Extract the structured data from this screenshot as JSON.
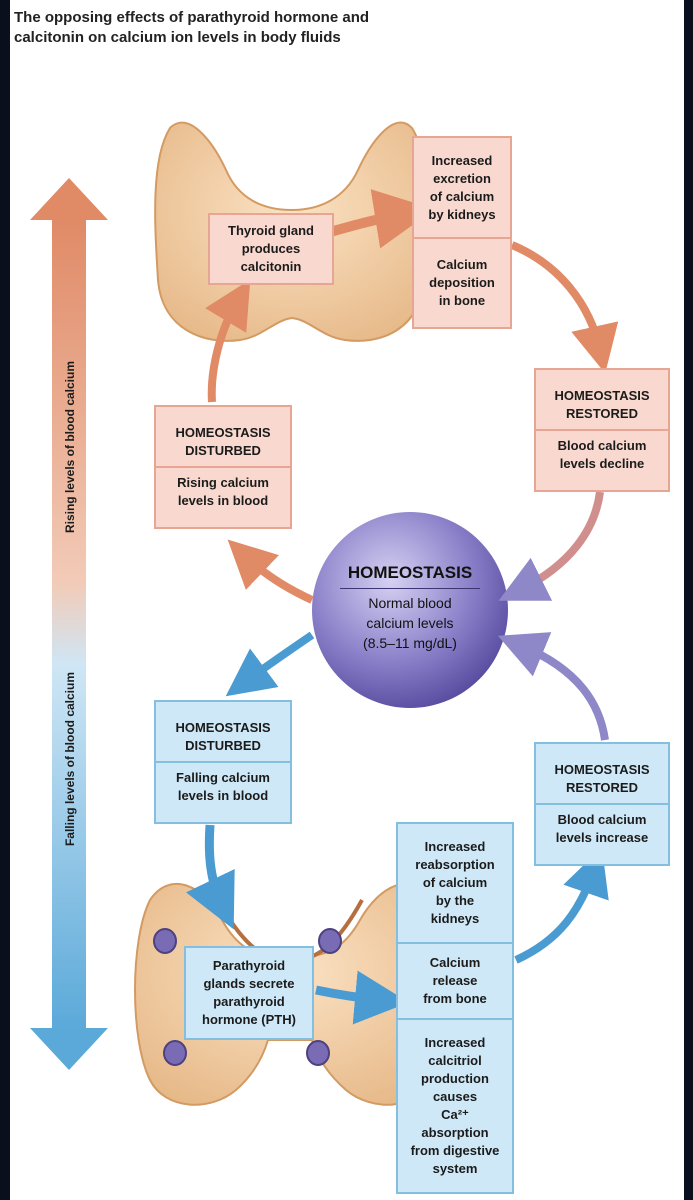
{
  "title_line1": "The opposing effects of parathyroid hormone and",
  "title_line2": "calcitonin on calcium ion levels in body fluids",
  "side_labels": {
    "rising": "Rising levels of blood calcium",
    "falling": "Falling levels of blood calcium"
  },
  "thyroid_box": [
    "Thyroid gland",
    "produces",
    "calcitonin"
  ],
  "top_effects": {
    "first": [
      "Increased",
      "excretion",
      "of calcium",
      "by kidneys"
    ],
    "second": [
      "Calcium",
      "deposition",
      "in bone"
    ]
  },
  "restored_top": {
    "heading": [
      "HOMEOSTASIS",
      "RESTORED"
    ],
    "text": [
      "Blood calcium",
      "levels decline"
    ]
  },
  "disturbed_top": {
    "heading": [
      "HOMEOSTASIS",
      "DISTURBED"
    ],
    "text": [
      "Rising calcium",
      "levels in blood"
    ]
  },
  "center": {
    "heading": "HOMEOSTASIS",
    "text": [
      "Normal blood",
      "calcium levels",
      "(8.5–11 mg/dL)"
    ]
  },
  "disturbed_bottom": {
    "heading": [
      "HOMEOSTASIS",
      "DISTURBED"
    ],
    "text": [
      "Falling calcium",
      "levels in blood"
    ]
  },
  "restored_bottom": {
    "heading": [
      "HOMEOSTASIS",
      "RESTORED"
    ],
    "text": [
      "Blood calcium",
      "levels increase"
    ]
  },
  "parathyroid_box": [
    "Parathyroid",
    "glands secrete",
    "parathyroid",
    "hormone (PTH)"
  ],
  "bottom_effects": {
    "first": [
      "Increased",
      "reabsorption",
      "of calcium",
      "by the",
      "kidneys"
    ],
    "second": [
      "Calcium",
      "release",
      "from bone"
    ],
    "third": [
      "Increased",
      "calcitriol",
      "production",
      "causes",
      "Ca²⁺",
      "absorption",
      "from digestive",
      "system"
    ]
  },
  "colors": {
    "rising_arrow": "#e08a66",
    "falling_arrow": "#5aa9d9",
    "pink_box": "#f9d9cf",
    "blue_box": "#cfe8f7",
    "circle": "#6a5fb0"
  }
}
